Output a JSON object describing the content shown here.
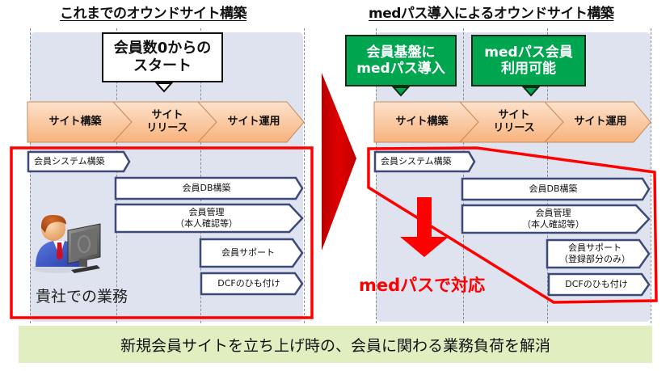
{
  "left_panel": {
    "title": "これまでのオウンドサイト構築",
    "callout": [
      "会員数0からの",
      "スタート"
    ],
    "phases": [
      {
        "label": [
          "サイト構築"
        ]
      },
      {
        "label": [
          "サイト",
          "リリース"
        ]
      },
      {
        "label": [
          "サイト運用"
        ]
      }
    ],
    "tasks": [
      {
        "label": [
          "会員システム構築"
        ]
      },
      {
        "label": [
          "会員DB構築"
        ]
      },
      {
        "label": [
          "会員管理",
          "（本人確認等）"
        ]
      },
      {
        "label": [
          "会員サポート"
        ]
      },
      {
        "label": [
          "DCFのひも付け"
        ]
      }
    ],
    "workload_label": "貴社での業務",
    "person_icon": "person-at-computer-icon"
  },
  "transition_arrow_icon": "right-arrow-icon",
  "right_panel": {
    "title": "medパス導入によるオウンドサイト構築",
    "callouts": [
      [
        "会員基盤に",
        "medパス導入"
      ],
      [
        "medパス会員",
        "利用可能"
      ]
    ],
    "phases": [
      {
        "label": [
          "サイト構築"
        ]
      },
      {
        "label": [
          "サイト",
          "リリース"
        ]
      },
      {
        "label": [
          "サイト運用"
        ]
      }
    ],
    "tasks": [
      {
        "label": [
          "会員システム構築"
        ]
      },
      {
        "label": [
          "会員DB構築"
        ]
      },
      {
        "label": [
          "会員管理",
          "（本人確認等）"
        ]
      },
      {
        "label": [
          "会員サポート",
          "（登録部分のみ）"
        ]
      },
      {
        "label": [
          "DCFのひも付け"
        ]
      }
    ],
    "handled_label": "medパスで対応",
    "down_arrow_icon": "down-arrow-icon"
  },
  "footer": {
    "text": "新規会員サイトを立ち上げ時の、会員に関わる業務負荷を解消"
  },
  "colors": {
    "highlight_red": "#ff0000",
    "callout_green": "#00a550",
    "phase_orange": "#f9c49a",
    "panel_bg": "#dfe3ef",
    "footer_bg": "#e0eec0",
    "task_border": "#3b4a78"
  }
}
